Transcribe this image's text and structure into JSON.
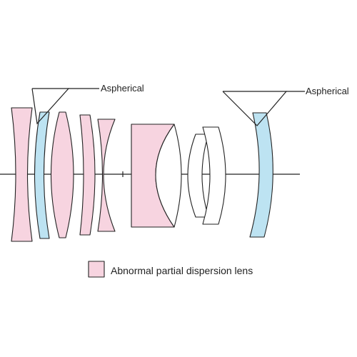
{
  "callouts": {
    "left_label": "Aspherical",
    "right_label": "Aspherical"
  },
  "legend": {
    "label": "Abnormal partial dispersion lens",
    "swatch_color": "#f7d4e0"
  },
  "colors": {
    "abnormal_dispersion": "#f7d4e0",
    "aspherical": "#bde3f2",
    "standard": "#ffffff",
    "outline": "#222222"
  },
  "lens_groups": [
    {
      "name": "group-1",
      "elements": [
        "abnormal",
        "aspherical",
        "abnormal",
        "abnormal",
        "abnormal"
      ]
    },
    {
      "name": "group-2",
      "elements": [
        "abnormal",
        "standard"
      ]
    },
    {
      "name": "group-3",
      "elements": [
        "standard",
        "standard"
      ]
    },
    {
      "name": "group-4",
      "elements": [
        "aspherical"
      ]
    }
  ]
}
